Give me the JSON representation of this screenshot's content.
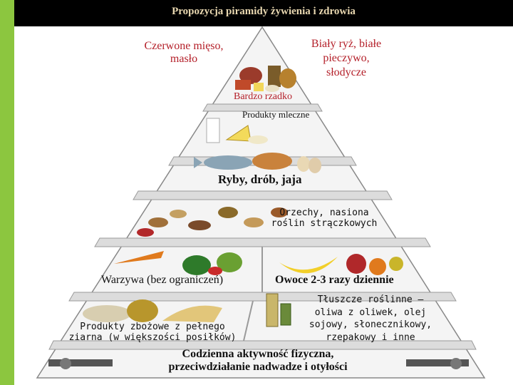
{
  "title": "Propozycja piramidy żywienia i zdrowia",
  "tiers": {
    "top_left": "Czerwone mięso, masło",
    "top_right": "Biały ryż, białe pieczywo, słodycze",
    "top_caption": "Bardzo rzadko",
    "dairy": "Produkty mleczne",
    "fish": "Ryby, drób, jaja",
    "nuts": "Orzechy, nasiona roślin strączkowych",
    "vegetables": "Warzywa (bez ograniczeń)",
    "fruit": "Owoce 2-3 razy dziennie",
    "grains": "Produkty zbożowe z pełnego ziarna (w większości posiłków)",
    "oils": "Tłuszcze roślinne – oliwa z oliwek, olej sojowy, słonecznikowy, rzepakowy i inne",
    "base": "Codzienna aktywność fizyczna, przeciwdziałanie nadwadze i otyłości"
  },
  "colors": {
    "accent_bar": "#8cc63f",
    "title_bar": "#000000",
    "title_text": "#e8d7b0",
    "red_text": "#b4202a"
  }
}
